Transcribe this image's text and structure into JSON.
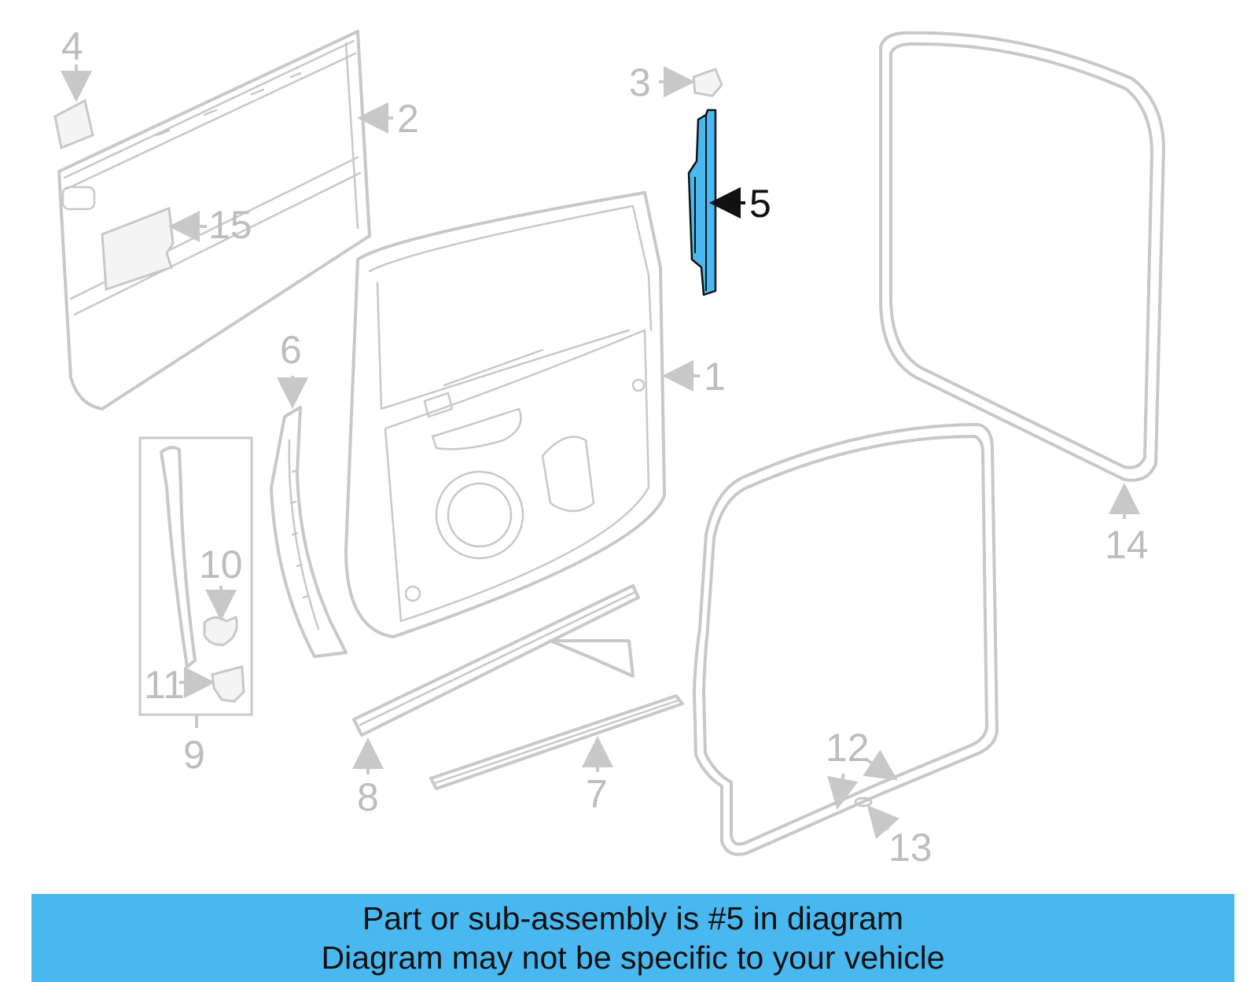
{
  "diagram": {
    "labels": {
      "p1": "1",
      "p2": "2",
      "p3": "3",
      "p4": "4",
      "p5": "5",
      "p6": "6",
      "p7": "7",
      "p8": "8",
      "p9": "9",
      "p10": "10",
      "p11": "11",
      "p12": "12",
      "p13": "13",
      "p14": "14",
      "p15": "15"
    },
    "highlight_part": "5",
    "highlight_color": "#4ab8f0",
    "part_color": "#c8c8c8"
  },
  "banner": {
    "line1": "Part or sub-assembly is #5 in diagram",
    "line2": "Diagram may not be specific to your vehicle",
    "background": "#4ab8f0"
  }
}
